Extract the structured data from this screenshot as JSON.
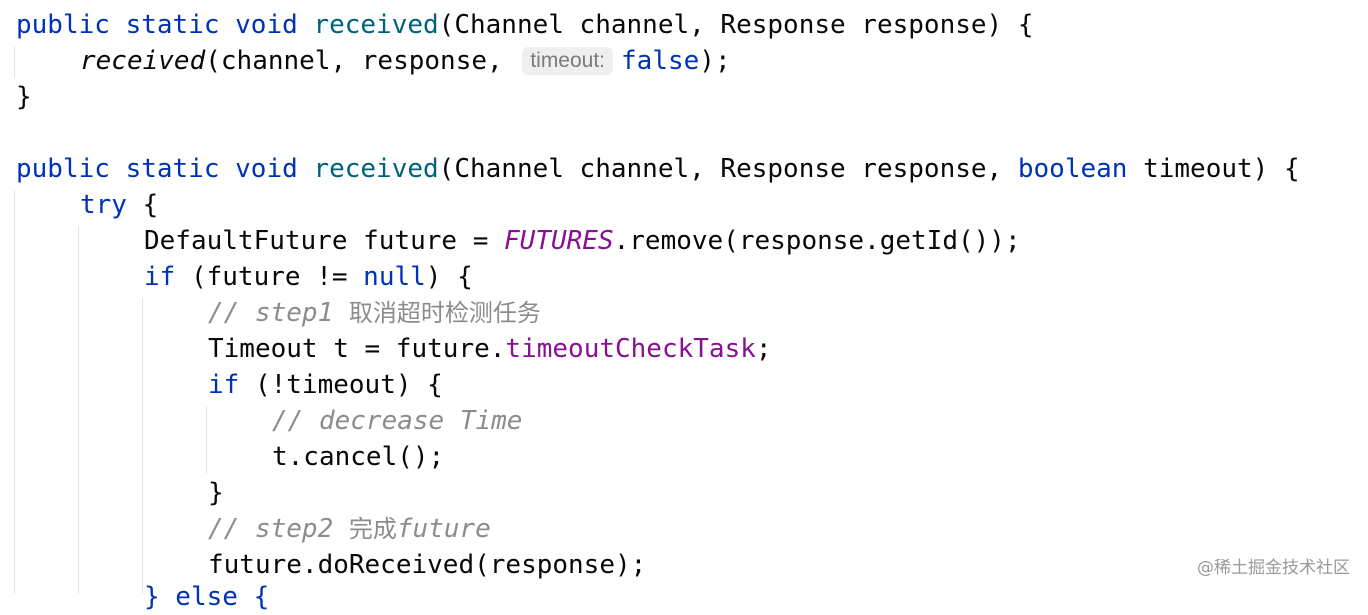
{
  "code": {
    "m1_sig": {
      "kw1": "public",
      "kw2": "static",
      "kw3": "void",
      "name": "received",
      "params": "(Channel channel, Response response) {"
    },
    "m1_call": {
      "name": "received",
      "args": "(channel, response,",
      "hint": "timeout:",
      "value": "false",
      "end": ");"
    },
    "m1_close": "}",
    "m2_sig": {
      "kw1": "public",
      "kw2": "static",
      "kw3": "void",
      "name": "received",
      "params_a": "(Channel channel, Response response,",
      "kw_bool": "boolean",
      "params_b": "timeout) {"
    },
    "try_kw": "try",
    "try_brace": "{",
    "line_future": {
      "decl": "DefaultFuture future =",
      "const": "FUTURES",
      "rest": ".remove(response.getId());"
    },
    "line_if1": {
      "kw": "if",
      "cond_a": "(future !=",
      "kw_null": "null",
      "cond_b": ") {"
    },
    "comment_step1": {
      "prefix": "// step1",
      "cjk": "取消超时检测任务"
    },
    "line_timeout": {
      "decl": "Timeout t = future.",
      "field": "timeoutCheckTask",
      "end": ";"
    },
    "line_if2": {
      "kw": "if",
      "cond": "(!timeout) {"
    },
    "comment_decrease": "// decrease Time",
    "line_cancel": "t.cancel();",
    "close_if2": "}",
    "comment_step2": {
      "prefix": "// step2",
      "cjk": "完成",
      "suffix": "future"
    },
    "line_received": "future.doReceived(response);",
    "line_partial": "} else {"
  },
  "watermark": "@稀土掘金技术社区"
}
